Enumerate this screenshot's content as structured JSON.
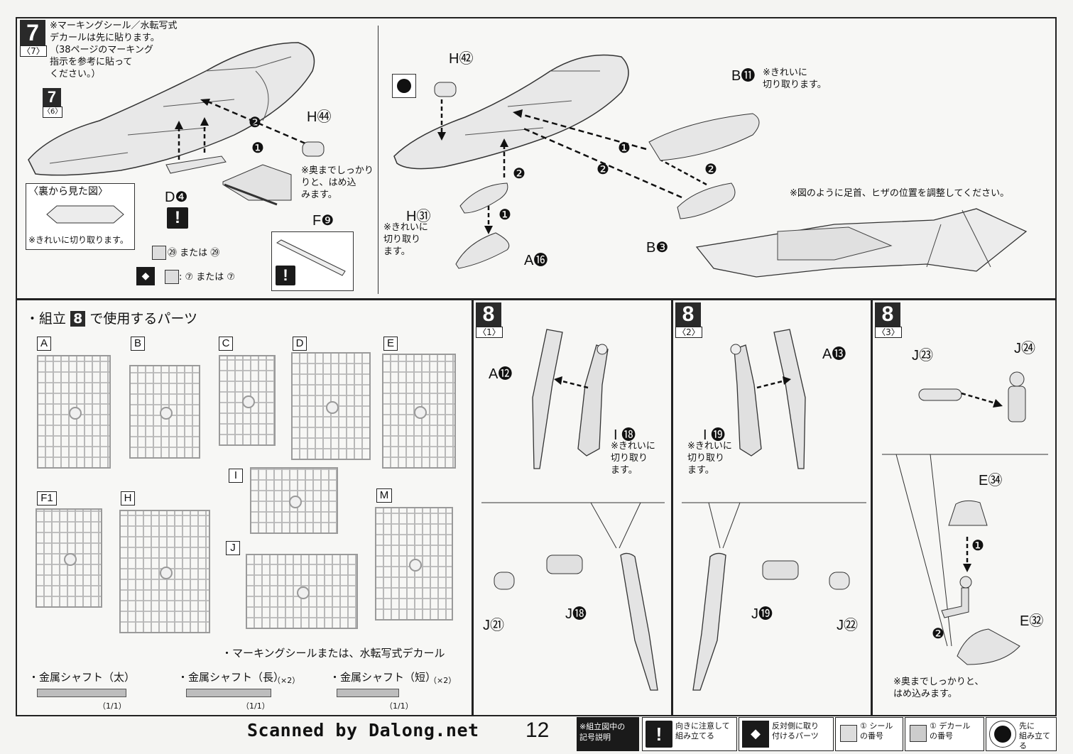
{
  "step7": {
    "number": "7",
    "sub": "〈7〉",
    "prev_number": "7",
    "prev_sub": "〈6〉",
    "note_decal": "※マーキングシール／水転写式\nデカールは先に貼ります。\n（38ページのマーキング\n指示を参考に貼って\nください。）",
    "label_h44": "H㊹",
    "label_d4": "D❹",
    "label_f9": "F❾",
    "note_push": "※奥までしっかり\nりと、はめ込\nみます。",
    "back_view_title": "〈裏から見た図〉",
    "note_cut_clean": "※きれいに切り取ります。",
    "seal_or_decal_1": "㉙ または ㉙",
    "seal_or_decal_2": ": ⑦ または ⑦",
    "label_h42": "H㊷",
    "label_b11": "B⓫",
    "note_b11": "※きれいに\n切り取ります。",
    "label_h31": "H㉛",
    "note_h31": "※きれいに\n切り取り\nます。",
    "label_a16": "A⓰",
    "label_b3": "B❸",
    "note_adjust": "※図のように足首、ヒザの位置を調整してください。",
    "arrow1": "❶",
    "arrow2": "❷"
  },
  "parts": {
    "title": "・組立",
    "title_num": "8",
    "title_rest": "で使用するパーツ",
    "runners": [
      "A",
      "B",
      "C",
      "D",
      "E",
      "F1",
      "H",
      "I",
      "J",
      "M"
    ],
    "marking_note": "・マーキングシールまたは、水転写式デカール",
    "shaft_thick": "・金属シャフト（太）",
    "shaft_long": "・金属シャフト（長）",
    "shaft_short": "・金属シャフト（短）",
    "x2": "（×2）",
    "scale": "（1/1）"
  },
  "step8_1": {
    "number": "8",
    "sub": "〈1〉",
    "label_a12": "A⓬",
    "label_i18": "I ⓲",
    "note_i18": "※きれいに\n切り取り\nます。",
    "label_j21": "J㉑",
    "label_j18": "J⓲"
  },
  "step8_2": {
    "number": "8",
    "sub": "〈2〉",
    "label_a13": "A⓭",
    "label_i19": "I ⓳",
    "note_i19": "※きれいに\n切り取り\nます。",
    "label_j19": "J⓳",
    "label_j22": "J㉒"
  },
  "step8_3": {
    "number": "8",
    "sub": "〈3〉",
    "label_j23": "J㉓",
    "label_j24": "J㉔",
    "label_e34": "E㉞",
    "label_e32": "E㉜",
    "note_push": "※奥までしっかりと、\nはめ込みます。"
  },
  "footer": {
    "scanned": "Scanned by Dalong.net",
    "page": "12",
    "legend_title": "※組立図中の\n記号説明",
    "legend": [
      {
        "icon": "exclamation-icon",
        "text": "向きに注意して\n組み立てる"
      },
      {
        "icon": "mirror-arrows-icon",
        "text": "反対側に取り\n付けるパーツ"
      },
      {
        "icon": "seal-icon",
        "text": "① シール\nの番号"
      },
      {
        "icon": "decal-icon",
        "text": "① デカール\nの番号"
      },
      {
        "icon": "pre-assemble-icon",
        "text": "先に\n組み立てる"
      }
    ]
  }
}
